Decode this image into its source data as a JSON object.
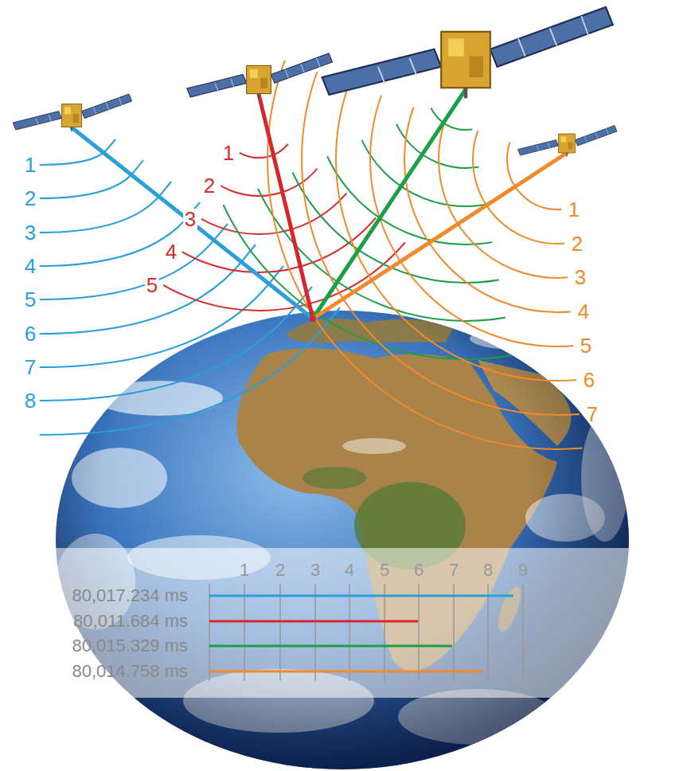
{
  "diagram": {
    "labels": [
      "1",
      "2",
      "3",
      "4",
      "5",
      "6",
      "7",
      "8",
      "1",
      "2",
      "3",
      "4",
      "5",
      "1",
      "2",
      "3",
      "4",
      "5",
      "6",
      "7",
      "1",
      "2",
      "3",
      "4",
      "5",
      "6",
      "7",
      "8",
      "9",
      "80,017.234 ms",
      "80,011.684 ms",
      "80,015.329 ms",
      "80,014.758 ms"
    ]
  }
}
